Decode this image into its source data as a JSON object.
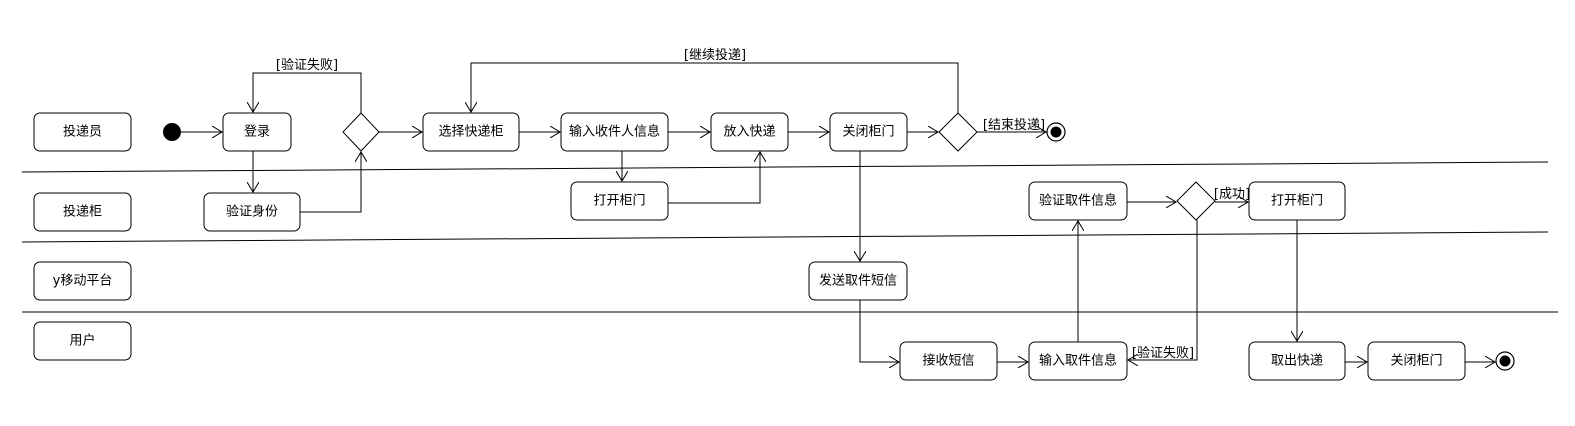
{
  "lanes": [
    {
      "id": "lane1",
      "label": "投递员"
    },
    {
      "id": "lane2",
      "label": "投递柜"
    },
    {
      "id": "lane3",
      "label": "y移动平台"
    },
    {
      "id": "lane4",
      "label": "用户"
    }
  ],
  "activities": {
    "login": "登录",
    "verify_identity": "验证身份",
    "select_cabinet": "选择快递柜",
    "input_recipient": "输入收件人信息",
    "open_door_1": "打开柜门",
    "put_package": "放入快递",
    "close_door_1": "关闭柜门",
    "send_sms": "发送取件短信",
    "receive_sms": "接收短信",
    "input_pickup": "输入取件信息",
    "verify_pickup": "验证取件信息",
    "open_door_2": "打开柜门",
    "take_package": "取出快递",
    "close_door_2": "关闭柜门"
  },
  "guards": {
    "verify_fail_1": "[验证失败]",
    "continue_delivery": "[继续投递]",
    "end_delivery": "[结束投递]",
    "success": "[成功]",
    "verify_fail_2": "[验证失败]"
  }
}
